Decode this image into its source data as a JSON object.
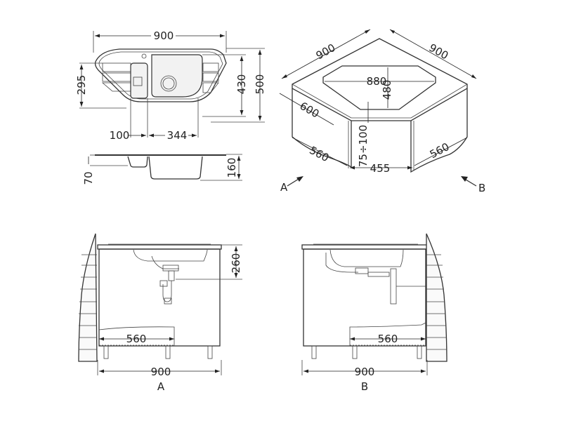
{
  "top_view": {
    "width_label": "900",
    "depth_left_label": "295",
    "depth_bowl_label": "430",
    "depth_total_label": "500",
    "small_bowl_label": "100",
    "main_bowl_label": "344"
  },
  "side_view": {
    "small_depth_label": "70",
    "main_depth_label": "160"
  },
  "iso_view": {
    "side_a_label": "900",
    "side_b_label": "900",
    "cutout_width_label": "880",
    "cutout_depth_label": "480",
    "counter_depth_label": "600",
    "cabinet_left_label": "560",
    "cabinet_right_label": "560",
    "front_gap_label": "455",
    "edge_offset_label": "75÷100",
    "view_a_label": "A",
    "view_b_label": "B"
  },
  "elevation_a": {
    "drain_height_label": "260",
    "inner_width_label": "560",
    "total_width_label": "900",
    "caption": "A"
  },
  "elevation_b": {
    "inner_width_label": "560",
    "total_width_label": "900",
    "caption": "B"
  }
}
